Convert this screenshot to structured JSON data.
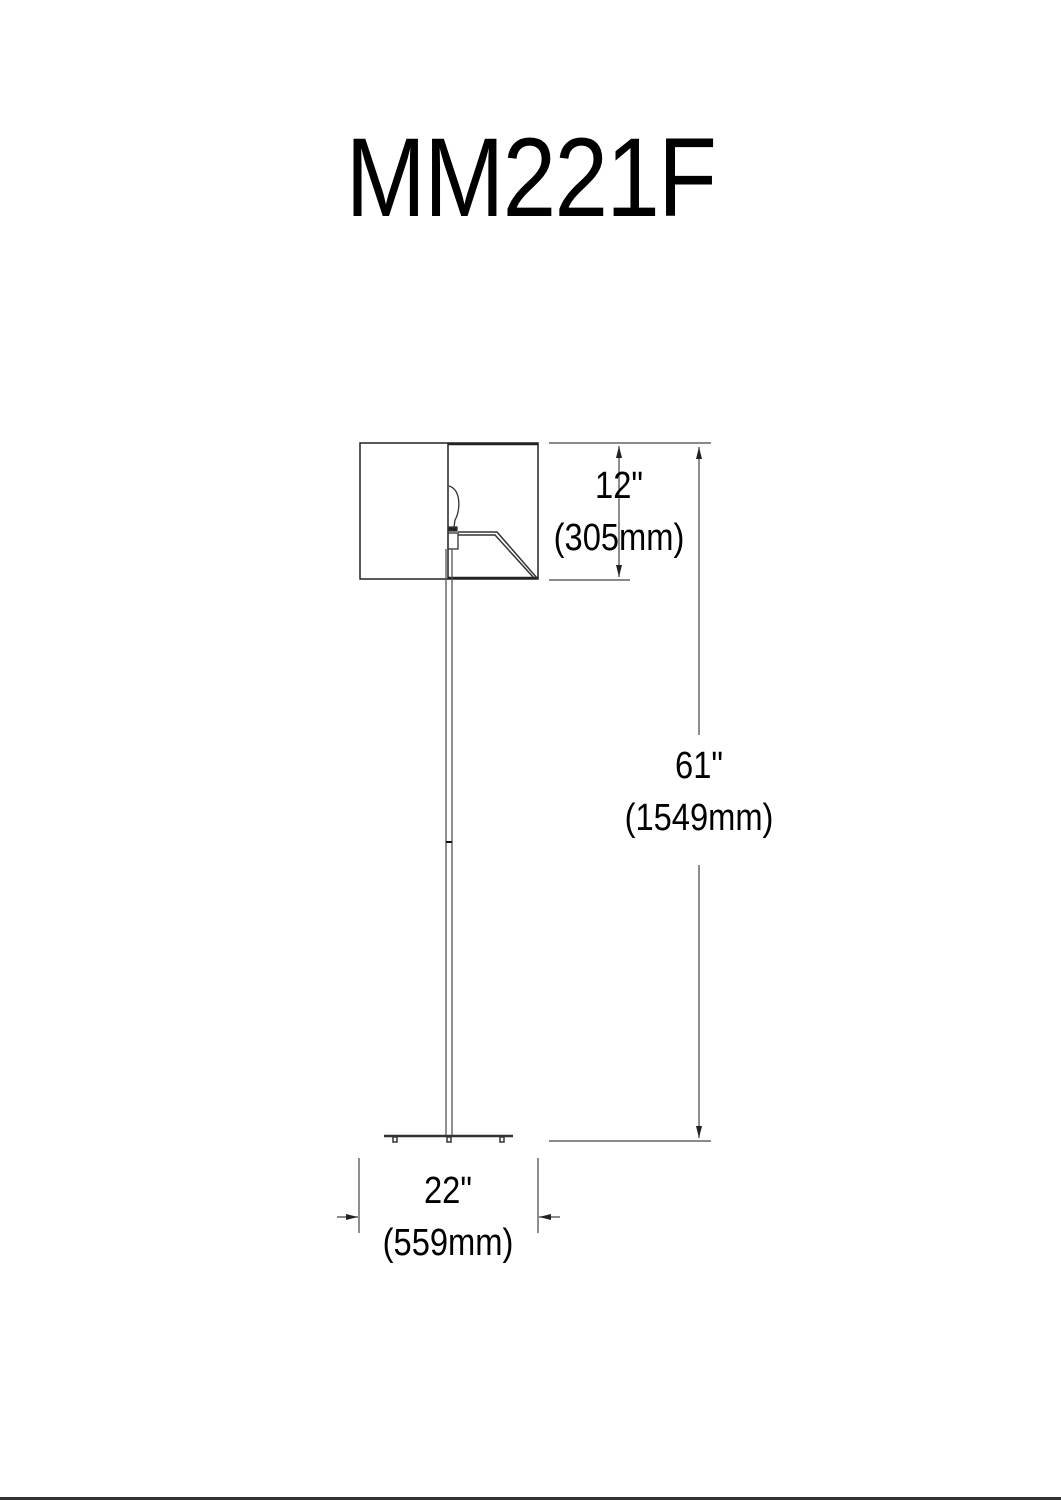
{
  "title": "MM221F",
  "dimensions": {
    "shade_height": {
      "imperial": "12\"",
      "metric": "(305mm)"
    },
    "overall_height": {
      "imperial": "61\"",
      "metric": "(1549mm)"
    },
    "base_width": {
      "imperial": "22\"",
      "metric": "(559mm)"
    }
  },
  "colors": {
    "line": "#000000",
    "stroke_gray": "#333333",
    "background": "#ffffff"
  }
}
